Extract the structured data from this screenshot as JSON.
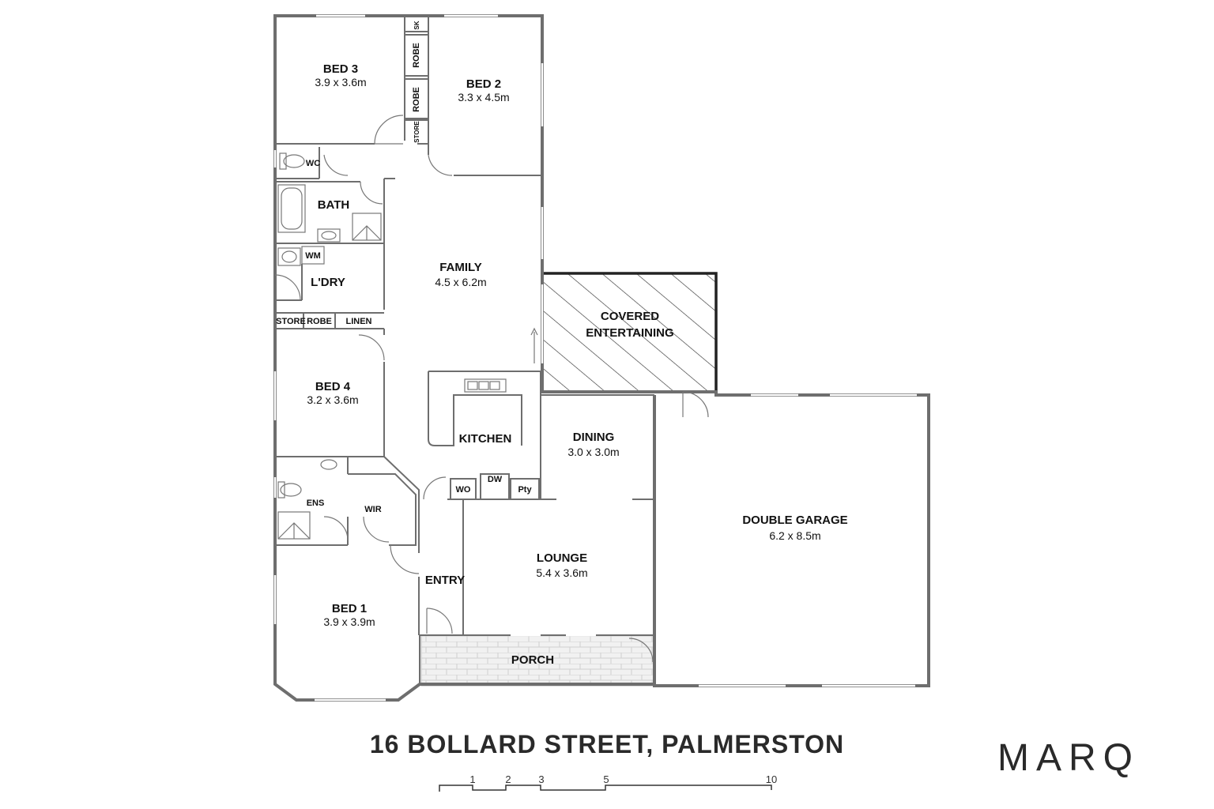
{
  "address": "16 BOLLARD STREET, PALMERSTON",
  "brand": "MARQ",
  "rooms": {
    "bed3": {
      "label": "BED 3",
      "dims": "3.9 x 3.6m"
    },
    "bed2": {
      "label": "BED 2",
      "dims": "3.3 x 4.5m"
    },
    "wc": {
      "label": "WC"
    },
    "bath": {
      "label": "BATH"
    },
    "wm": {
      "label": "WM"
    },
    "ldry": {
      "label": "L'DRY"
    },
    "store": {
      "label": "STORE"
    },
    "robe": {
      "label": "ROBE"
    },
    "linen": {
      "label": "LINEN"
    },
    "family": {
      "label": "FAMILY",
      "dims": "4.5 x 6.2m"
    },
    "covered": {
      "line1": "COVERED",
      "line2": "ENTERTAINING"
    },
    "bed4": {
      "label": "BED 4",
      "dims": "3.2 x 3.6m"
    },
    "kitchen": {
      "label": "KITCHEN"
    },
    "dining": {
      "label": "DINING",
      "dims": "3.0 x 3.0m"
    },
    "wo": {
      "label": "WO"
    },
    "dw": {
      "label": "DW"
    },
    "pty": {
      "label": "Pty"
    },
    "ens": {
      "label": "ENS"
    },
    "wir": {
      "label": "WIR"
    },
    "entry": {
      "label": "ENTRY"
    },
    "lounge": {
      "label": "LOUNGE",
      "dims": "5.4 x 3.6m"
    },
    "bed1": {
      "label": "BED 1",
      "dims": "3.9 x 3.9m"
    },
    "porch": {
      "label": "PORCH"
    },
    "garage": {
      "label": "DOUBLE GARAGE",
      "dims": "6.2 x 8.5m"
    }
  },
  "robes": {
    "robe_a": "ROBE",
    "robe_b": "ROBE",
    "sk": "SK",
    "store": "STORE"
  },
  "scale": {
    "ticks": [
      "1",
      "2",
      "3",
      "5",
      "10"
    ]
  }
}
